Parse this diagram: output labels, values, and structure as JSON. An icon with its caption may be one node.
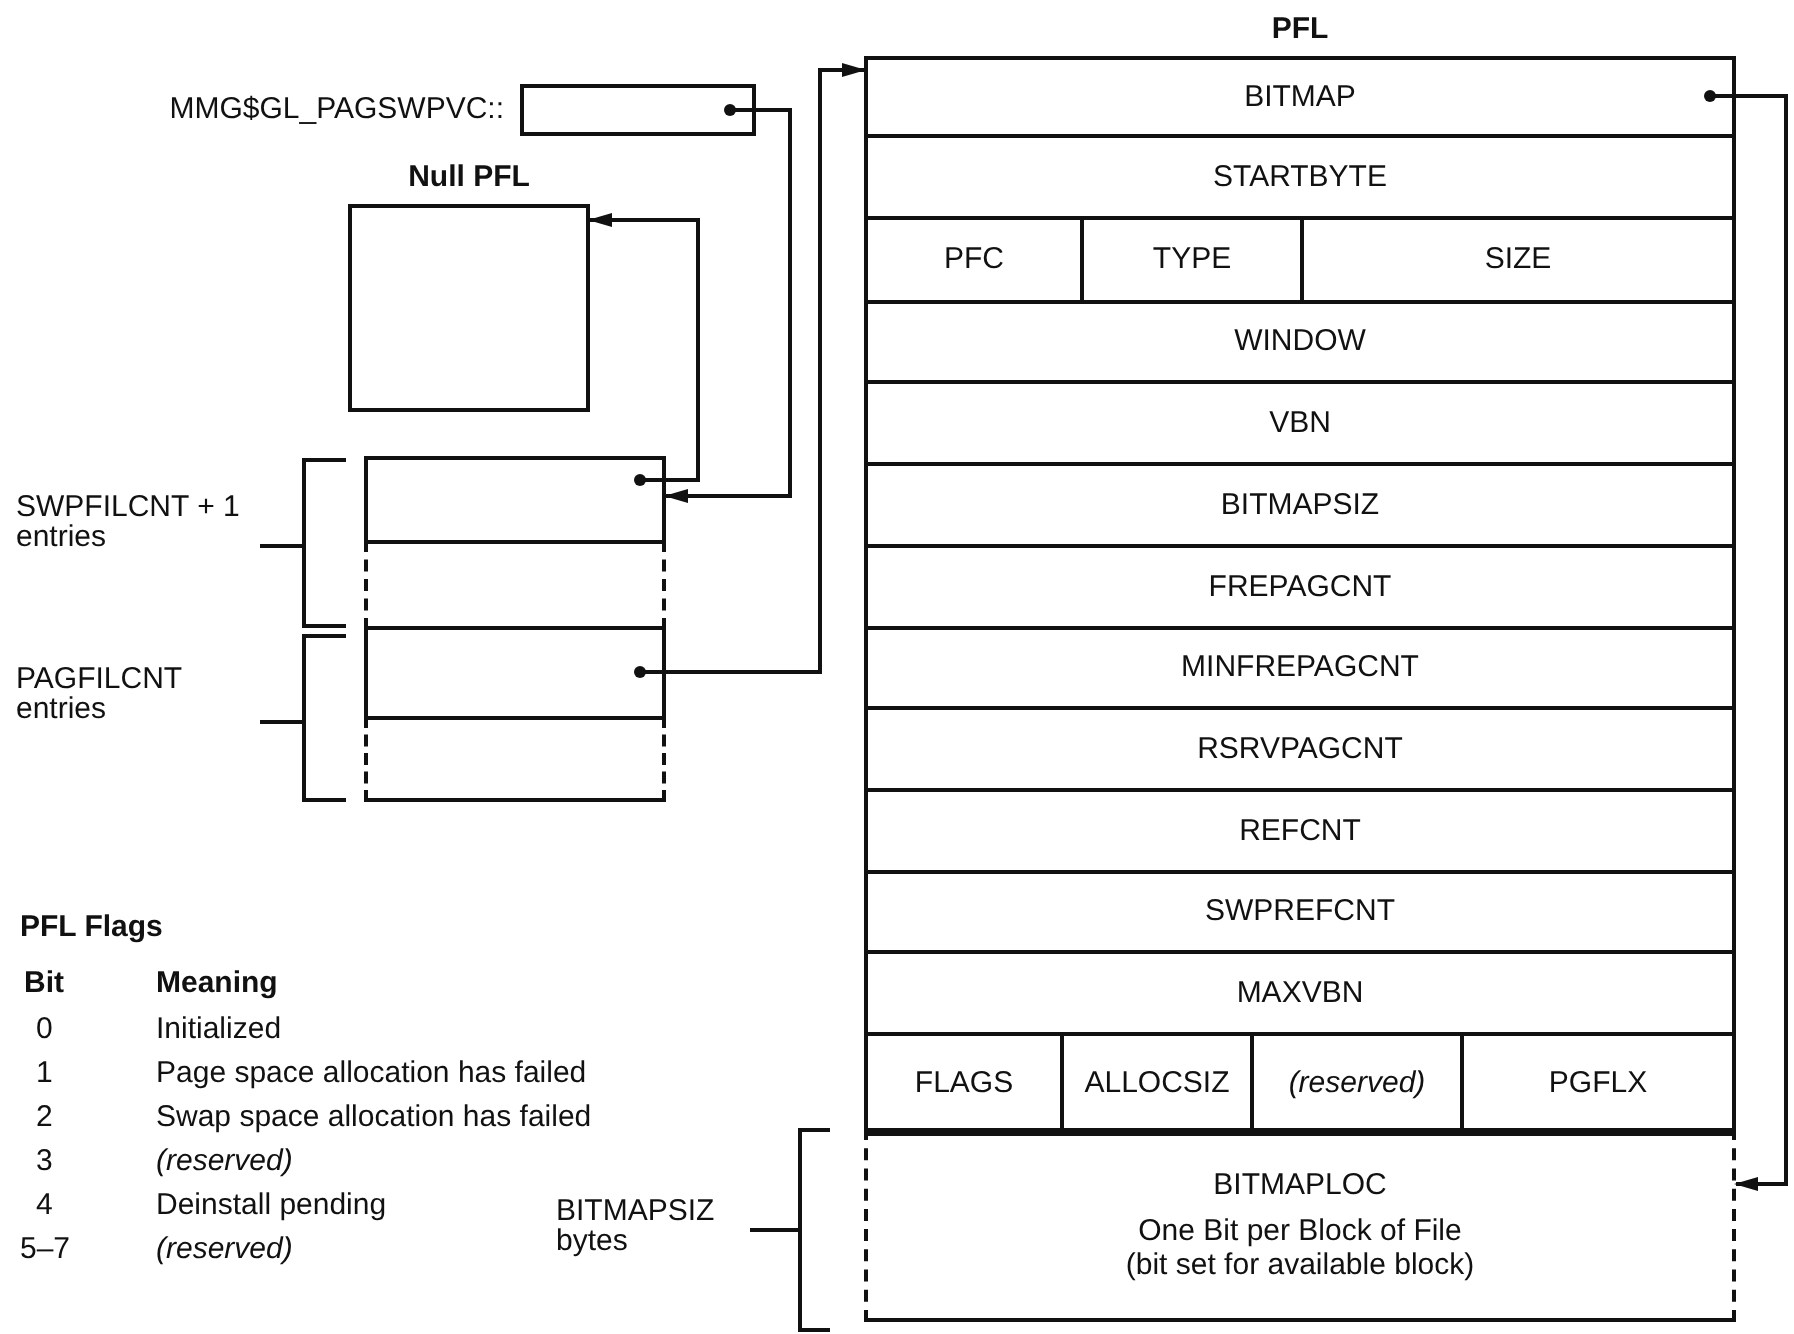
{
  "diagram": {
    "nodes": [
      {
        "text": [],
        "shape": "box",
        "beside": [
          "MMG$GL_PAGSWPVC::"
        ]
      },
      {
        "text": [
          "Null PFL"
        ]
      },
      {
        "text": [],
        "shape": "box"
      },
      {
        "text": [],
        "shape": "box"
      },
      {
        "text": [],
        "shape": "box"
      },
      {
        "text": [],
        "shape": "box"
      },
      {
        "text": [
          "PFL"
        ]
      },
      {
        "text": [
          "BITMAP"
        ],
        "in": 6
      },
      {
        "text": [
          "STARTBYTE"
        ],
        "in": 6
      },
      {
        "text": [
          "PFC"
        ],
        "in": 6
      },
      {
        "text": [
          "TYPE"
        ],
        "in": 6
      },
      {
        "text": [
          "SIZE"
        ],
        "in": 6
      },
      {
        "text": [
          "WINDOW"
        ],
        "in": 6
      },
      {
        "text": [
          "VBN"
        ],
        "in": 6
      },
      {
        "text": [
          "BITMAPSIZ"
        ],
        "in": 6
      },
      {
        "text": [
          "FREPAGCNT"
        ],
        "in": 6
      },
      {
        "text": [
          "MINFREPAGCNT"
        ],
        "in": 6
      },
      {
        "text": [
          "RSRVPAGCNT"
        ],
        "in": 6
      },
      {
        "text": [
          "REFCNT"
        ],
        "in": 6
      },
      {
        "text": [
          "SWPREFCNT"
        ],
        "in": 6
      },
      {
        "text": [
          "MAXVBN"
        ],
        "in": 6
      },
      {
        "text": [
          "FLAGS"
        ],
        "in": 6
      },
      {
        "text": [
          "ALLOCSIZ"
        ],
        "in": 6
      },
      {
        "text": [
          "(reserved)"
        ],
        "in": 6
      },
      {
        "text": [
          "PGFLX"
        ],
        "in": 6
      },
      {
        "text": [
          "BITMAPLOC",
          "One Bit per Block of File (bit set for available block)"
        ]
      }
    ],
    "edges": [
      {
        "from": 0,
        "to": 2,
        "arrow": "to"
      },
      {
        "from": 2,
        "to": 1,
        "arrow": "to"
      },
      {
        "from": 4,
        "to": 6,
        "arrow": "to"
      },
      {
        "from": 7,
        "to": 25,
        "arrow": "to"
      }
    ],
    "labels": [
      "SWPFILCNT + 1 entries",
      "PAGFILCNT entries",
      "PFL Flags",
      "Bit",
      "Meaning",
      "0",
      "Initialized",
      "1",
      "Page space allocation has failed",
      "2",
      "Swap space allocation has failed",
      "3",
      "(reserved)",
      "4",
      "Deinstall pending",
      "5–7",
      "(reserved)",
      "BITMAPSIZ bytes"
    ]
  }
}
